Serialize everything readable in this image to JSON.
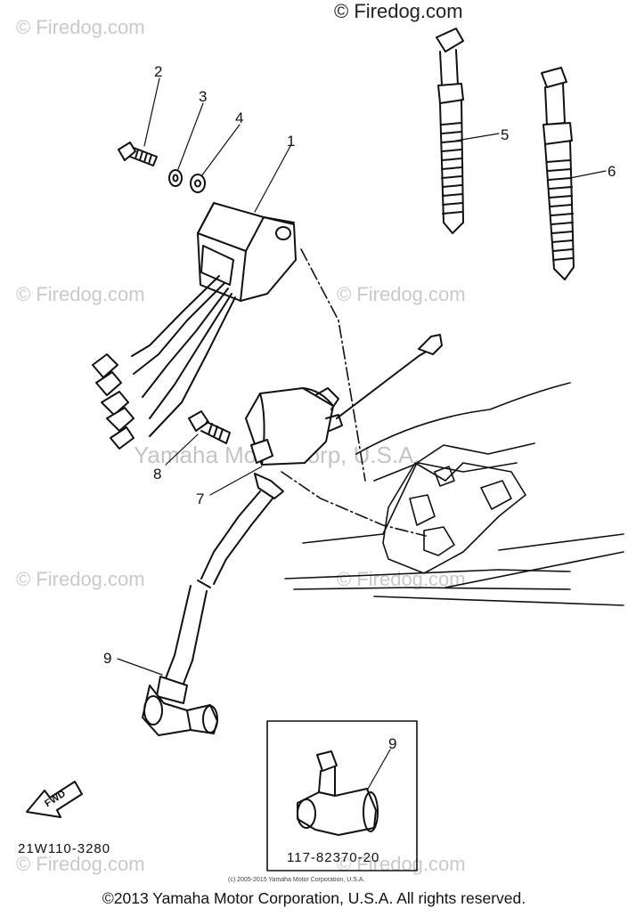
{
  "watermarks": {
    "firedog_top_right": "© Firedog.com",
    "firedog_faint": "© Firedog.com",
    "yamaha_mid": "Yamaha Motor Corp, U.S.A."
  },
  "callouts": {
    "c1": "1",
    "c2": "2",
    "c3": "3",
    "c4": "4",
    "c5": "5",
    "c6": "6",
    "c7": "7",
    "c8": "8",
    "c9": "9",
    "c9_inset": "9"
  },
  "diagram_code": "21W110-3280",
  "inset_part_number": "117-82370-20",
  "fwd_label": "FWD",
  "small_copyright": "(c) 2005-2015 Yamaha Motor Corporation, U.S.A.",
  "copyright": "©2013 Yamaha Motor Corporation, U.S.A. All rights reserved."
}
